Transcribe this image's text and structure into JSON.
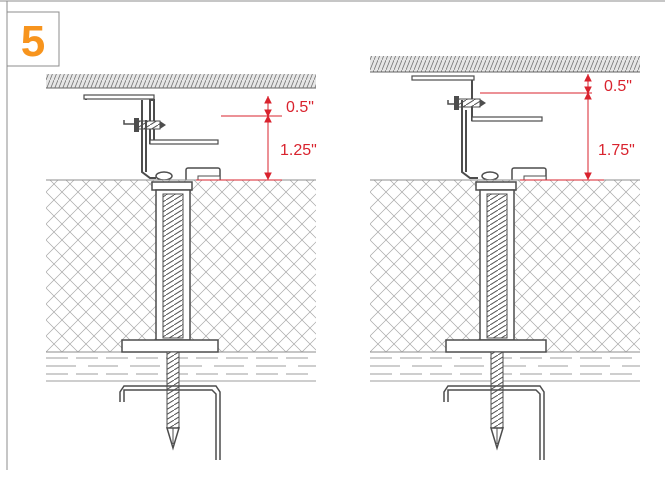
{
  "step": {
    "number": "5",
    "badge_color": "#f7941d"
  },
  "details": [
    {
      "name": "left-detail",
      "dims": [
        "0.5\"",
        "1.25\""
      ]
    },
    {
      "name": "right-detail",
      "dims": [
        "0.5\"",
        "1.75\""
      ]
    }
  ],
  "colors": {
    "dimension": "#d9232e",
    "line": "#4d4d4d",
    "hatch": "#8c8c8c",
    "insulation": "#bdbdbd"
  }
}
